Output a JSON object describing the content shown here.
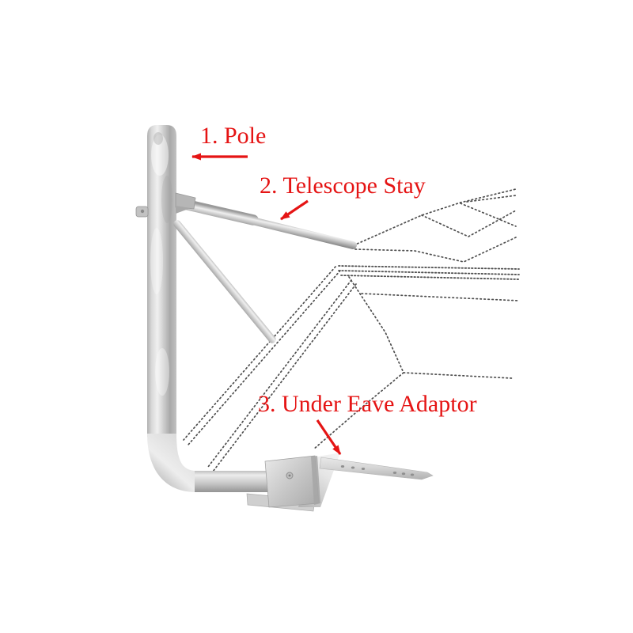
{
  "diagram": {
    "labels": [
      {
        "id": "pole",
        "text": "1. Pole"
      },
      {
        "id": "telescope-stay",
        "text": "2. Telescope Stay"
      },
      {
        "id": "under-eave-adaptor",
        "text": "3. Under Eave Adaptor"
      }
    ],
    "annotation_color": "#e51414",
    "colors": {
      "background": "#ffffff",
      "metal_highlight": "#efefef",
      "metal_mid": "#c9c9c9",
      "metal_shadow": "#9a9a9a",
      "outline_dots": "#4f4f4f"
    }
  }
}
